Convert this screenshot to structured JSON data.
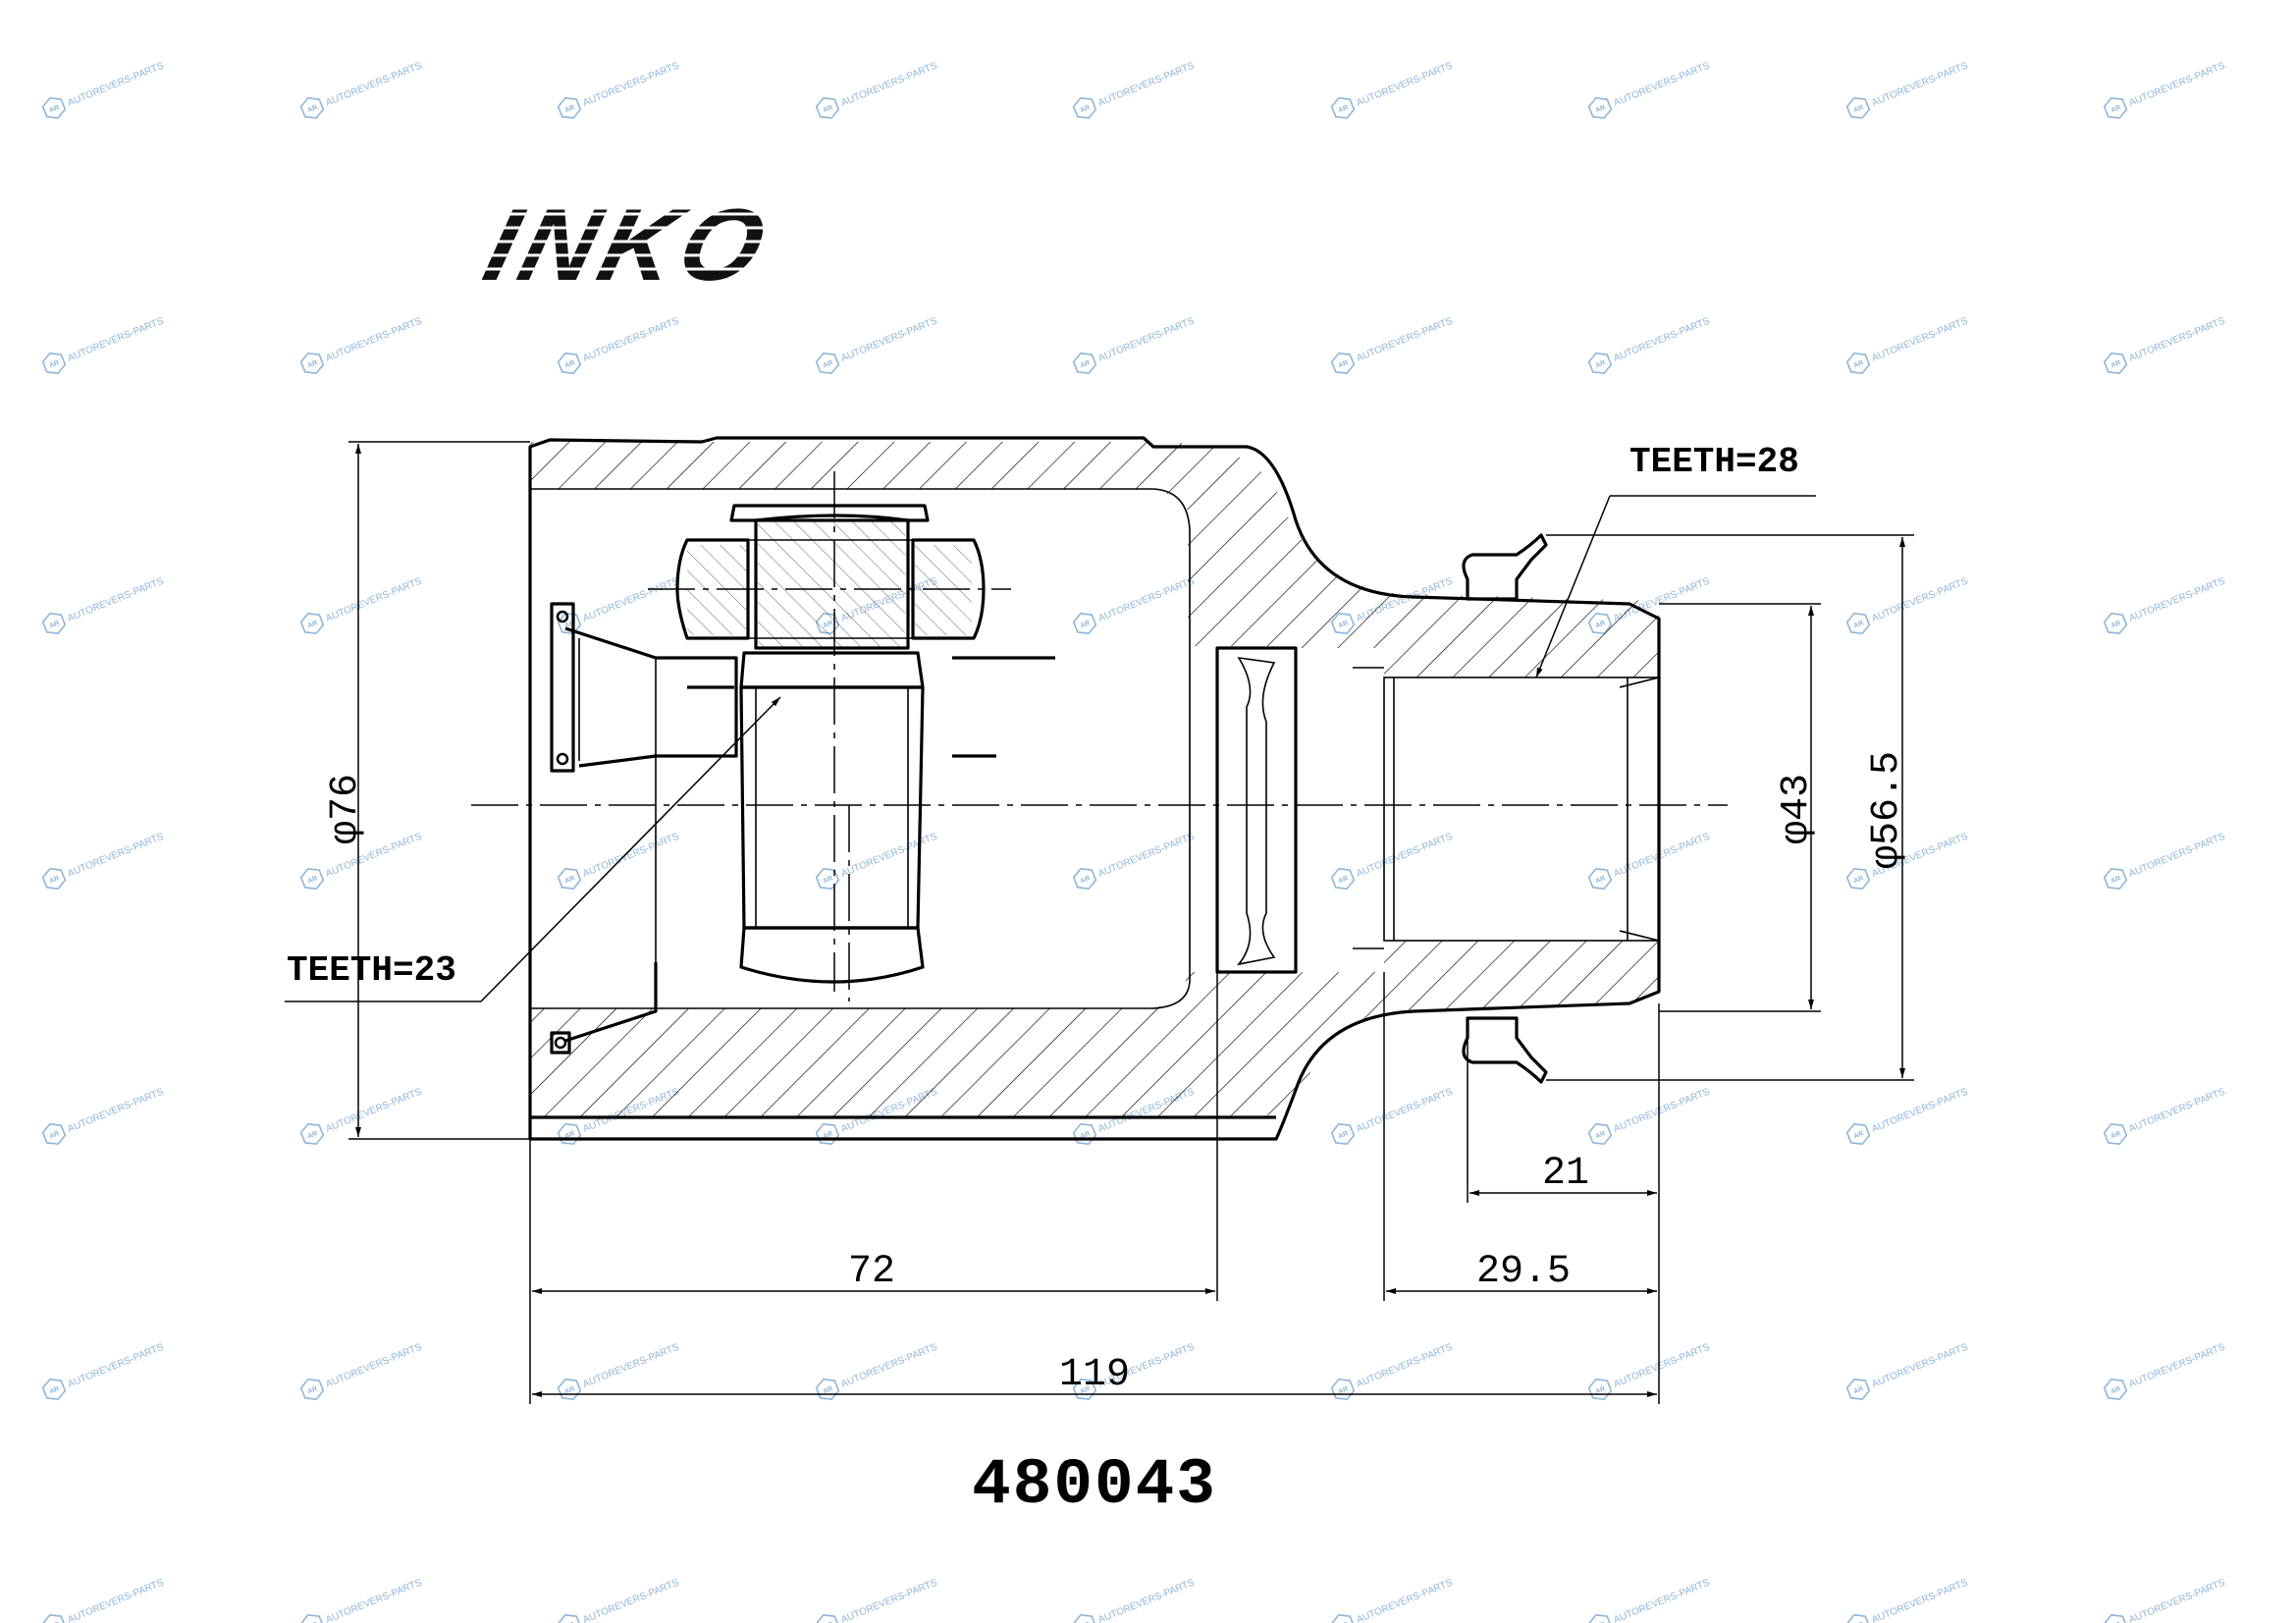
{
  "brand": {
    "logo_text": "INKO"
  },
  "watermark": {
    "text": "AUTOREVERS-PARTS",
    "logo_text": "AR"
  },
  "drawing": {
    "part_number": "480043",
    "labels": {
      "teeth_outer": "TEETH=28",
      "teeth_inner": "TEETH=23"
    },
    "dimensions": {
      "outer_diameter": "φ76",
      "spline_diameter": "φ43",
      "seal_diameter": "φ56.5",
      "length_72": "72",
      "length_29_5": "29.5",
      "length_21": "21",
      "length_119": "119"
    }
  },
  "colors": {
    "line": "#000000",
    "watermark": "#8fb6d8",
    "background": "#ffffff"
  }
}
